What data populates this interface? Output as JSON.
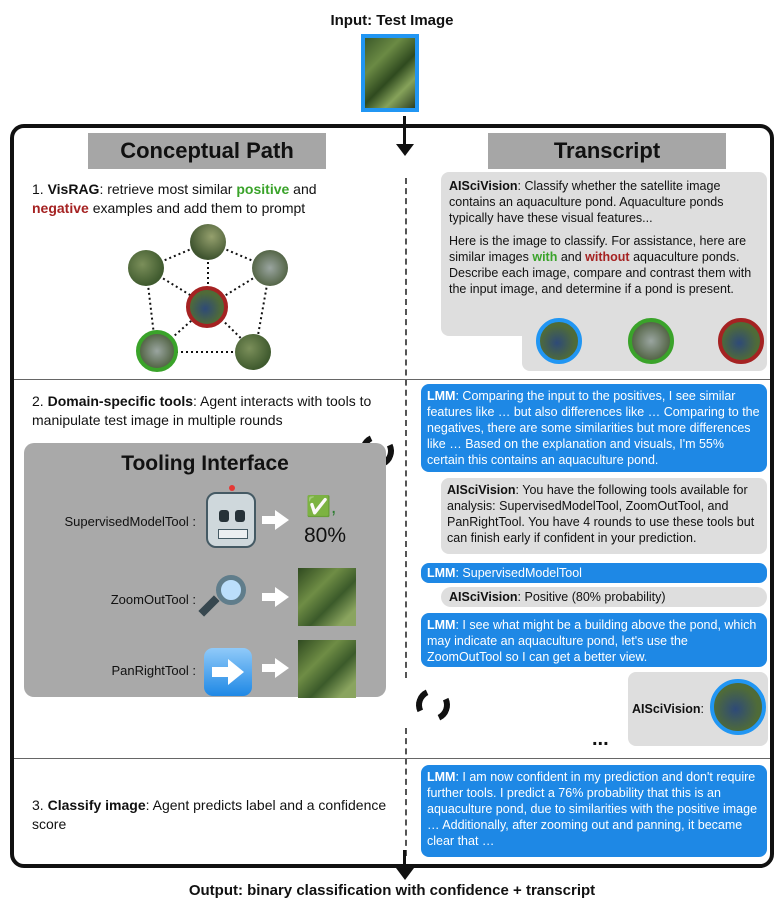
{
  "top": {
    "input_prefix": "Input:",
    "input_rest": " Test Image"
  },
  "headers": {
    "left": "Conceptual Path",
    "right": "Transcript"
  },
  "section1": {
    "number": "1. ",
    "title": "VisRAG",
    "t1": ": retrieve most similar ",
    "positive": "positive",
    "t2": " and",
    "negative": "negative",
    "t3": " examples and add them to prompt"
  },
  "section2": {
    "number": "2. ",
    "title": "Domain-specific tools",
    "text": ": Agent interacts with tools to manipulate test image in multiple rounds"
  },
  "section3": {
    "number": "3. ",
    "title": "Classify image",
    "text": ": Agent predicts label and a confidence score"
  },
  "tooling": {
    "title": "Tooling Interface",
    "tools": [
      {
        "name": "SupervisedModelTool :",
        "result_mark": "✅,",
        "result_value": "80%",
        "icon": "robot-icon"
      },
      {
        "name": "ZoomOutTool :",
        "icon": "magnifier-icon"
      },
      {
        "name": "PanRightTool :",
        "icon": "right-arrow-button-icon"
      }
    ]
  },
  "transcript": {
    "m1_speaker": "AISciVision",
    "m1_text": ": Classify whether the satellite image contains an aquaculture pond. Aquaculture ponds typically have these visual features...",
    "m1_p2_a": "Here is the image to classify. For assistance, here are similar images ",
    "m1_with": "with",
    "m1_p2_b": " and ",
    "m1_without": "without",
    "m1_p2_c": " aquaculture ponds. Describe each image, compare and contrast them with the input image, and determine if a pond is present.",
    "m2_speaker": "LMM",
    "m2_text": ": Comparing the input to the positives, I see similar features like … but also differences like … Comparing to the negatives, there are some similarities but more differences like … Based on the explanation and visuals, I'm 55% certain this contains an aquaculture pond.",
    "m3_speaker": "AISciVision",
    "m3_text": ": You have the following tools available for analysis: SupervisedModelTool, ZoomOutTool, and PanRightTool. You have 4 rounds to use these tools but can finish early if confident in your prediction.",
    "m4_speaker": "LMM",
    "m4_text": ": SupervisedModelTool",
    "m5_speaker": "AISciVision",
    "m5_text": ": Positive (80% probability)",
    "m6_speaker": "LMM",
    "m6_text": ": I see what might be a building above the pond, which may indicate an aquaculture pond, let's use the ZoomOutTool so I can get a better view.",
    "m7_speaker": "AISciVision",
    "m7_text": ":",
    "ellipsis": "...",
    "m8_speaker": "LMM",
    "m8_text": ": I am now confident in my prediction and don't require further tools. I predict a 76% probability that this is an aquaculture pond, due to similarities with the positive image … Additionally, after zooming out and panning, it became clear that …"
  },
  "bottom": {
    "output": "Output: binary classification with confidence + transcript"
  },
  "colors": {
    "positive": "#3aa32a",
    "negative": "#a52222",
    "input": "#2196f3",
    "lmm_bubble": "#1e88e5",
    "aiscivision_bubble": "#dedede",
    "header": "#a6a6a6"
  }
}
